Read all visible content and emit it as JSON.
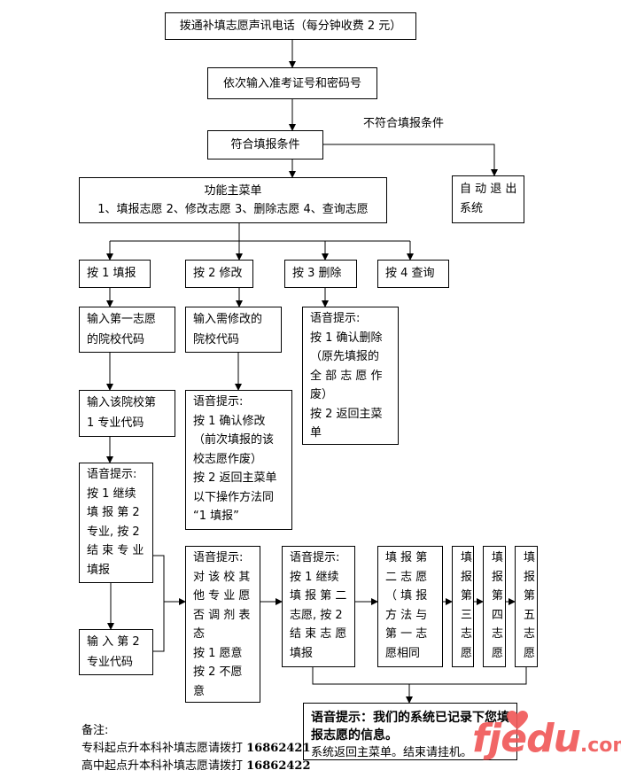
{
  "flowchart": {
    "step_dial": "拨通补填志愿声讯电话（每分钟收费 2 元）",
    "step_input_ids": "依次输入准考证号和密码号",
    "step_eligible": "符合填报条件",
    "label_not_eligible": "不符合填报条件",
    "auto_exit": [
      "自 动 退 出",
      "系统"
    ],
    "main_menu": {
      "title": "功能主菜单",
      "options": "1、填报志愿  2、修改志愿  3、删除志愿  4、查询志愿"
    },
    "menu_choices": [
      "按 1 填报",
      "按 2 修改",
      "按 3 删除",
      "按 4 查询"
    ],
    "fill_branch": {
      "input_first_school": [
        "输入第一志愿",
        "的院校代码"
      ],
      "input_first_major": [
        "输入该院校第",
        "1 专业代码"
      ],
      "voice_continue_major": [
        "语音提示:",
        "按 1 继续",
        "填 报 第  2",
        "专业, 按 2",
        "结 束 专 业",
        "填报"
      ],
      "input_second_major": [
        "输 入 第  2",
        "专业代码"
      ]
    },
    "modify_branch": {
      "input_school": [
        "输入需修改的",
        "院校代码"
      ],
      "voice_prompt": [
        "语音提示:",
        "按  1  确认修改",
        "（前次填报的该",
        "校志愿作废）",
        "按 2 返回主菜单",
        "以下操作方法同",
        "“1 填报”"
      ]
    },
    "delete_branch": {
      "voice_prompt": [
        "语音提示:",
        "按 1 确认删除",
        "（原先填报的",
        "全 部 志 愿 作",
        "废）",
        "按 2 返回主菜",
        "单"
      ]
    },
    "adjust_prompt": [
      "语音提示:",
      "对 该 校 其",
      "他 专 业 愿",
      "否 调 剂 表",
      "态",
      "按 1 愿意",
      "按  2  不愿",
      "意"
    ],
    "continue_choice_prompt": [
      "语音提示:",
      "按  1  继续",
      "填 报 第 二",
      "志愿, 按 2",
      "结 束 志 愿",
      "填报"
    ],
    "second_choice": [
      "填 报 第",
      "二 志 愿",
      "（ 填 报",
      "方 法 与",
      "第 一 志",
      "愿相同"
    ],
    "third_choice": [
      "填",
      "报",
      "第",
      "三",
      "志",
      "愿"
    ],
    "fourth_choice": [
      "填",
      "报",
      "第",
      "四",
      "志",
      "愿"
    ],
    "fifth_choice": [
      "填",
      "报",
      "第",
      "五",
      "志",
      "愿"
    ],
    "final_prompt": {
      "bold": "语音提示：我们的系统已记录下您填报志愿的信息。",
      "plain": "系统返回主菜单。结束请挂机。"
    }
  },
  "notes": {
    "heading": "备注:",
    "lines": [
      {
        "text": "专科起点升本科补填志愿请拨打 ",
        "number": "16862421"
      },
      {
        "text": "高中起点升本科补填志愿请拨打 ",
        "number": "16862422"
      }
    ]
  },
  "watermark": {
    "main": "fjedu",
    "suffix": ".com",
    "color": "#f05a5a"
  }
}
